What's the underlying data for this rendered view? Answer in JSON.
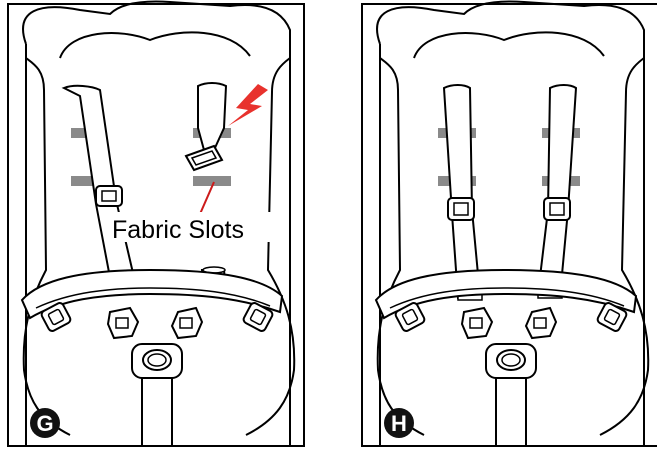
{
  "panels": [
    {
      "id": "G",
      "step_label": "G",
      "callout": "Fabric Slots"
    },
    {
      "id": "H",
      "step_label": "H"
    }
  ],
  "colors": {
    "outline": "#000000",
    "slot_fill": "#8a8a8a",
    "arrow": "#e8322d",
    "leader_line": "#cc1b1b",
    "badge": "#111111",
    "badge_text": "#ffffff",
    "background": "#ffffff"
  }
}
